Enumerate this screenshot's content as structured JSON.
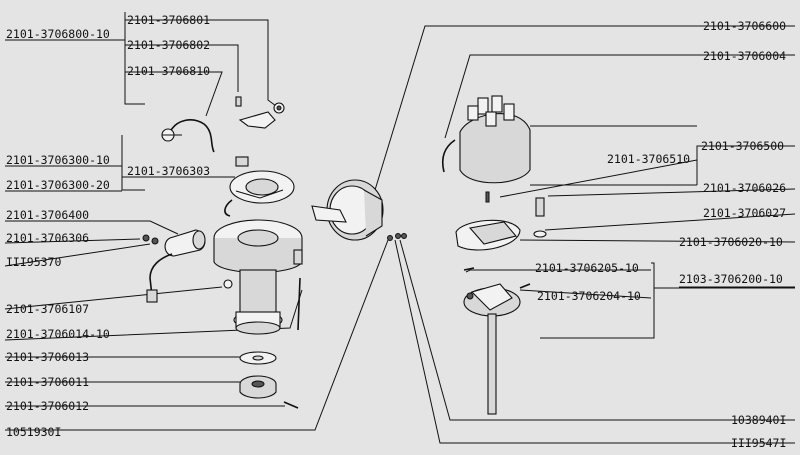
{
  "labels": {
    "l_3706801": "2101-3706801",
    "l_3706800": "2101-3706800-10",
    "l_3706802": "2101-3706802",
    "l_3706810": "2101-3706810",
    "l_3706300_10": "2101-3706300-10",
    "l_3706303": "2101-3706303",
    "l_3706300_20": "2101-3706300-20",
    "l_3706400": "2101-3706400",
    "l_3706306": "2101-3706306",
    "l_195370": "III95370",
    "l_3706107": "2101-3706107",
    "l_3706014": "2101-3706014-10",
    "l_3706013": "2101-3706013",
    "l_3706011": "2101-3706011",
    "l_3706012": "2101-3706012",
    "l_1051930": "1051930I",
    "r_3706600": "2101-3706600",
    "r_3706004": "2101-3706004",
    "r_3706500": "2101-3706500",
    "r_3706510": "2101-3706510",
    "r_3706026": "2101-3706026",
    "r_3706027": "2101-3706027",
    "r_3706020": "2101-3706020-10",
    "r_3706205": "2101-3706205-10",
    "r_3706200": "2103-3706200-10",
    "r_3706204": "2101-3706204-10",
    "r_1038940": "1038940I",
    "r_1195471": "III9547I"
  }
}
